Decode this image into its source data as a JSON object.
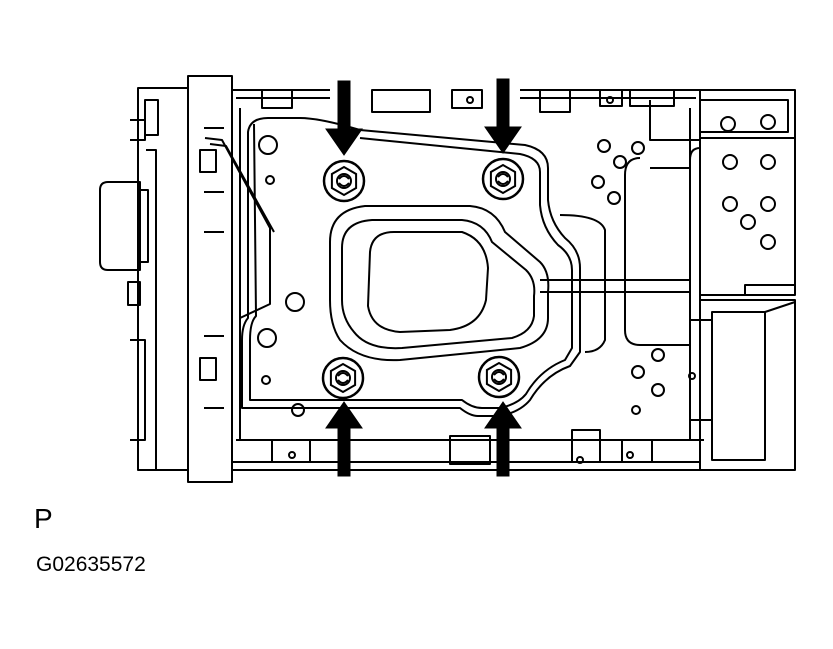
{
  "figure": {
    "view_label": "P",
    "figure_id": "G02635572",
    "ink_color": "#000000",
    "paper_color": "#ffffff"
  },
  "callouts": {
    "bolts": [
      {
        "name": "bolt-upper-left",
        "icon": "bolt-icon"
      },
      {
        "name": "bolt-upper-right",
        "icon": "bolt-icon"
      },
      {
        "name": "bolt-lower-left",
        "icon": "bolt-icon"
      },
      {
        "name": "bolt-lower-right",
        "icon": "bolt-icon"
      }
    ],
    "arrows": [
      {
        "name": "arrow-down-left",
        "direction": "down"
      },
      {
        "name": "arrow-down-right",
        "direction": "down"
      },
      {
        "name": "arrow-up-left",
        "direction": "up"
      },
      {
        "name": "arrow-up-right",
        "direction": "up"
      }
    ]
  }
}
